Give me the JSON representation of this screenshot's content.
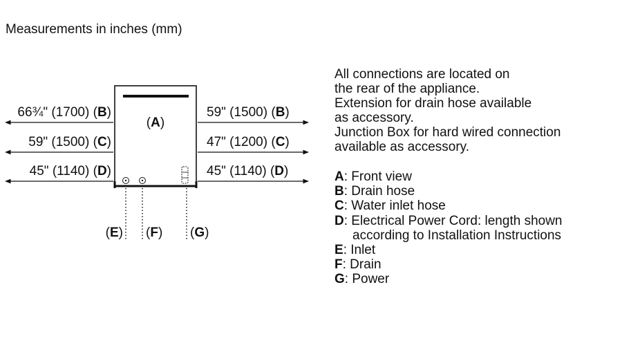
{
  "heading": "Measurements in inches (mm)",
  "dimensions": {
    "left": [
      {
        "text": "66¾\" (1700) (",
        "key": "B",
        "close": ")"
      },
      {
        "text": "59\" (1500) (",
        "key": "C",
        "close": ")"
      },
      {
        "text": "45\" (1140) (",
        "key": "D",
        "close": ")"
      }
    ],
    "right": [
      {
        "text": "59\" (1500) (",
        "key": "B",
        "close": ")"
      },
      {
        "text": "47\" (1200) (",
        "key": "C",
        "close": ")"
      },
      {
        "text": "45\" (1140) (",
        "key": "D",
        "close": ")"
      }
    ]
  },
  "appliance_label": {
    "open": "(",
    "key": "A",
    "close": ")"
  },
  "bottom_labels": [
    {
      "open": "(",
      "key": "E",
      "close": ")"
    },
    {
      "open": "(",
      "key": "F",
      "close": ")"
    },
    {
      "open": "(",
      "key": "G",
      "close": ")"
    }
  ],
  "notes": [
    "All connections are located on",
    "the rear of the appliance.",
    "Extension for drain hose available",
    "as accessory.",
    "Junction Box for hard wired connection",
    "available as accessory."
  ],
  "legend": [
    {
      "key": "A",
      "label": ": Front view"
    },
    {
      "key": "B",
      "label": ": Drain hose"
    },
    {
      "key": "C",
      "label": ": Water inlet hose"
    },
    {
      "key": "D",
      "label": ": Electrical Power Cord: length shown",
      "continuation": "according to Installation Instructions"
    },
    {
      "key": "E",
      "label": ": Inlet"
    },
    {
      "key": "F",
      "label": ": Drain"
    },
    {
      "key": "G",
      "label": ": Power"
    }
  ]
}
